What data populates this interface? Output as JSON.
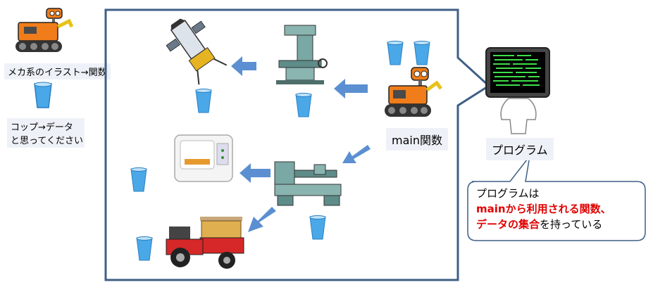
{
  "legend": {
    "robot_caption": "メカ系のイラスト→関数",
    "cup_caption_line1": "コップ→データ",
    "cup_caption_line2": "と思ってください"
  },
  "diagram": {
    "main_label": "main関数",
    "program_label": "プログラム"
  },
  "callout": {
    "line1": "プログラムは",
    "line2_red": "mainから利用される関数、",
    "line3_red": "データの集合",
    "line3_rest": "を持っている"
  },
  "colors": {
    "frame": "#3f5f85",
    "arrow": "#5b8fd1",
    "cup": "#4aa8e8",
    "robot": "#f07d1a",
    "red_text": "#e00000"
  }
}
